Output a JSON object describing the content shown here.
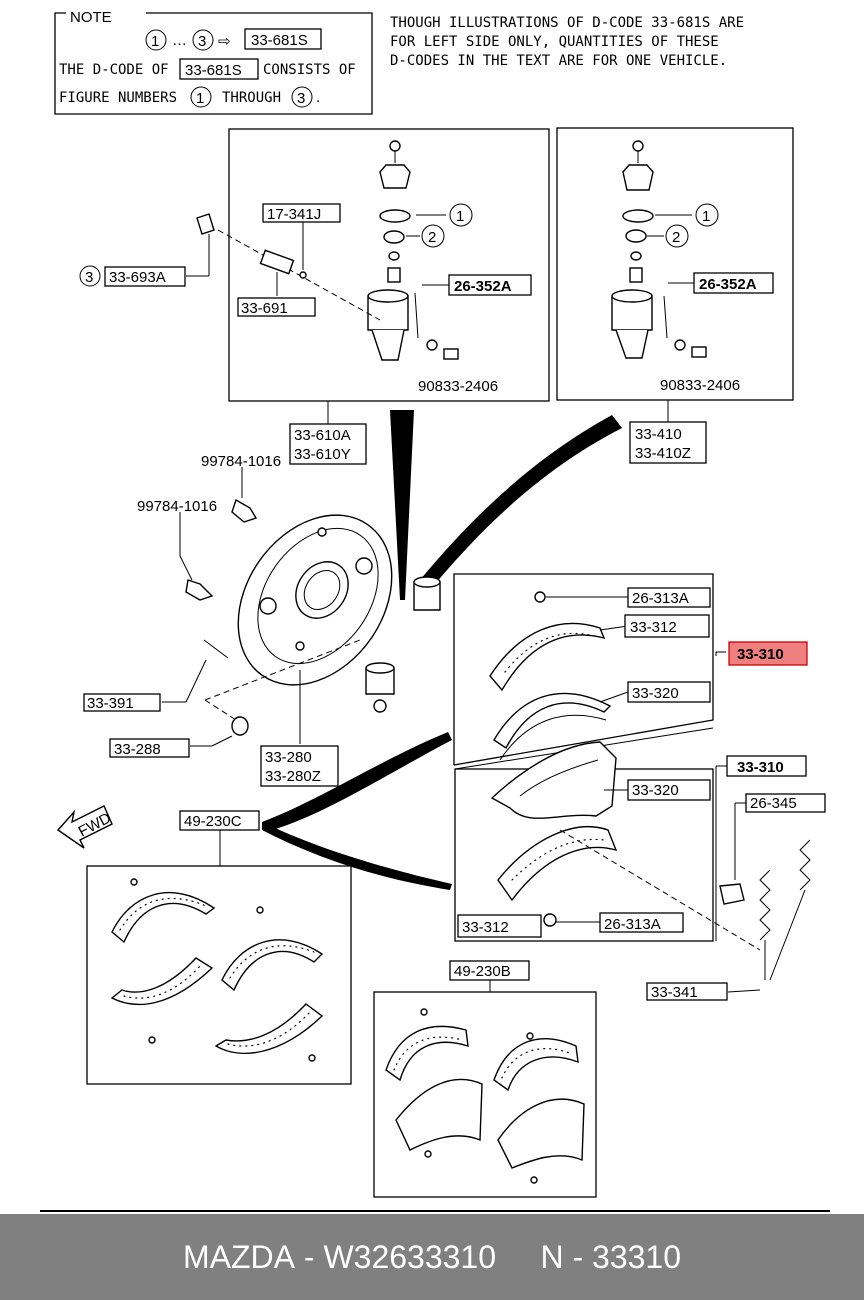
{
  "note": {
    "heading": "NOTE",
    "range_from": "1",
    "range_dots": "…",
    "range_to": "3",
    "range_arrow": "⇨",
    "range_code": "33-681S",
    "line2_pre": "THE D-CODE OF",
    "line2_code": "33-681S",
    "line2_post": "CONSISTS OF",
    "line3_pre": "FIGURE NUMBERS",
    "line3_from": "1",
    "line3_mid": "THROUGH",
    "line3_to": "3",
    "line3_end": "."
  },
  "caption": [
    "THOUGH ILLUSTRATIONS OF D-CODE 33-681S ARE",
    "FOR LEFT SIDE ONLY, QUANTITIES OF THESE",
    "D-CODES IN THE TEXT ARE FOR ONE VEHICLE."
  ],
  "labels": {
    "l_17341j": "17-341J",
    "l_1_left": "1",
    "l_2_left": "2",
    "l_3_left": "3",
    "l_33693a": "33-693A",
    "l_33691": "33-691",
    "l_26352a_left": "26-352A",
    "l_90833_left": "90833-2406",
    "l_33610a": "33-610A",
    "l_33610y": "33-610Y",
    "l_1_right": "1",
    "l_2_right": "2",
    "l_26352a_right": "26-352A",
    "l_90833_right": "90833-2406",
    "l_33410": "33-410",
    "l_33410z": "33-410Z",
    "l_99784_top": "99784-1016",
    "l_99784_mid": "99784-1016",
    "l_33391": "33-391",
    "l_33288": "33-288",
    "l_33280": "33-280",
    "l_33280z": "33-280Z",
    "l_26313a_top": "26-313A",
    "l_33312_top": "33-312",
    "l_33310_hl": "33-310",
    "l_33320_top": "33-320",
    "l_33310": "33-310",
    "l_33320_bot": "33-320",
    "l_33312_bot": "33-312",
    "l_26313a_bot": "26-313A",
    "l_26345": "26-345",
    "l_33341": "33-341",
    "l_49230c": "49-230C",
    "l_49230b": "49-230B",
    "l_fwd": "FWD"
  },
  "colors": {
    "highlight_fill": "#f08080",
    "footer_bg": "#808080",
    "footer_text": "#ffffff"
  },
  "footer": {
    "brand": "MAZDA",
    "sep": "-",
    "part_no": "W32633310",
    "code_prefix": "N",
    "code_sep": "-",
    "code": "33310"
  }
}
